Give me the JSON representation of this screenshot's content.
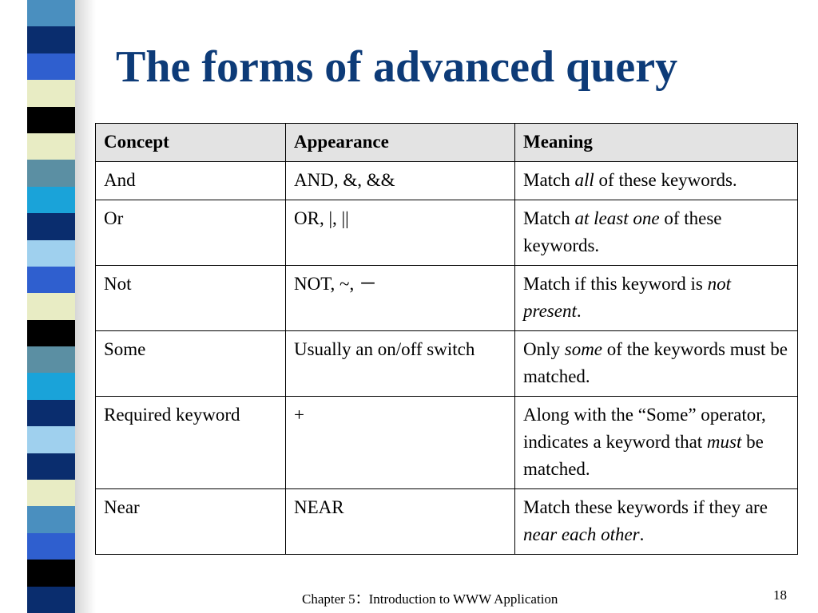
{
  "slide": {
    "title": "The forms of advanced query",
    "footer": "Chapter 5：Introduction to WWW Application",
    "page_number": "18"
  },
  "table": {
    "headers": [
      "Concept",
      "Appearance",
      "Meaning"
    ],
    "rows": [
      {
        "concept": "And",
        "appearance": "AND, &, &&",
        "meaning": [
          {
            "t": "Match "
          },
          {
            "t": "all",
            "i": true
          },
          {
            "t": " of these keywords."
          }
        ]
      },
      {
        "concept": "Or",
        "appearance": "OR, |, ||",
        "meaning": [
          {
            "t": "Match "
          },
          {
            "t": "at least one",
            "i": true
          },
          {
            "t": " of these keywords."
          }
        ]
      },
      {
        "concept": "Not",
        "appearance": "NOT, ~, －",
        "meaning": [
          {
            "t": "Match if this keyword is "
          },
          {
            "t": "not present",
            "i": true
          },
          {
            "t": "."
          }
        ]
      },
      {
        "concept": "Some",
        "appearance": "Usually an on/off switch",
        "meaning": [
          {
            "t": "Only "
          },
          {
            "t": "some",
            "i": true
          },
          {
            "t": " of the keywords must be matched."
          }
        ]
      },
      {
        "concept": "Required keyword",
        "appearance": "+",
        "meaning": [
          {
            "t": "Along with the “Some” operator, indicates a keyword that "
          },
          {
            "t": "must",
            "i": true
          },
          {
            "t": " be matched."
          }
        ]
      },
      {
        "concept": "Near",
        "appearance": "NEAR",
        "meaning": [
          {
            "t": "Match these keywords if they are "
          },
          {
            "t": "near each other",
            "i": true
          },
          {
            "t": "."
          }
        ]
      }
    ]
  },
  "colors": {
    "title": "#0d3b78",
    "header_background": "#e3e3e3",
    "stripe": [
      "#4a8fbf",
      "#0a2d6e",
      "#2f5fcf",
      "#e8ecc4",
      "#000000",
      "#e8ecc4",
      "#5b8fa3",
      "#1aa3d9",
      "#0a2d6e",
      "#9fd0ee",
      "#2f5fcf",
      "#e8ecc4",
      "#000000",
      "#5b8fa3",
      "#1aa3d9",
      "#0a2d6e",
      "#9fd0ee",
      "#0a2d6e",
      "#e8ecc4",
      "#4a8fbf",
      "#2f5fcf",
      "#000000",
      "#0a2d6e"
    ]
  }
}
